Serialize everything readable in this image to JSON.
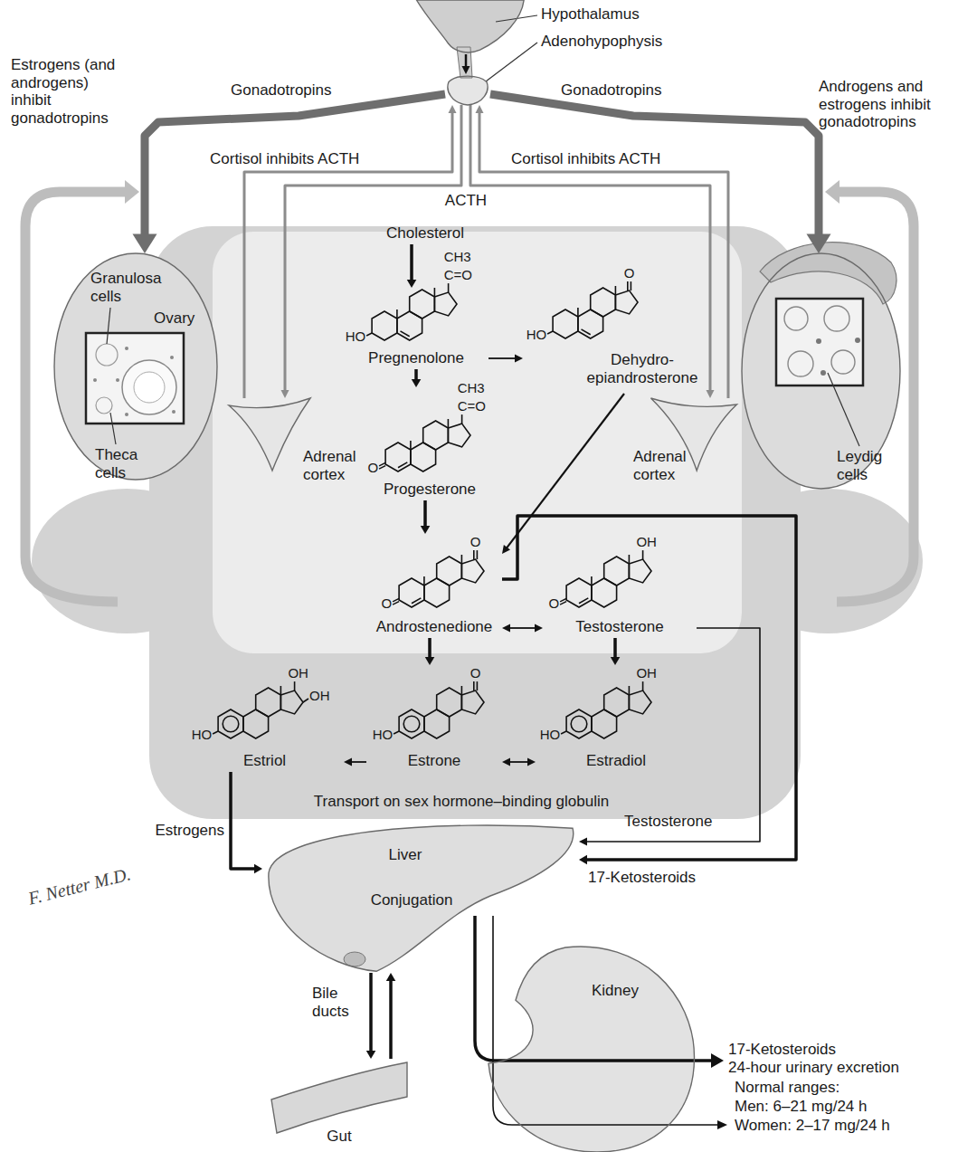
{
  "diagram": {
    "nodes": [
      {
        "text": [
          "Hypothalamus"
        ]
      },
      {
        "text": [
          "Adenohypophysis"
        ]
      },
      {
        "text": [
          "Ovary",
          "Granulosa cells",
          "Theca cells"
        ]
      },
      {
        "text": [
          "Adrenal cortex"
        ]
      },
      {
        "text": [
          "Cholesterol"
        ]
      },
      {
        "text": [
          "Pregnenolone"
        ]
      },
      {
        "text": [
          "Dehydro- epiandrosterone"
        ]
      },
      {
        "text": [
          "Progesterone"
        ]
      },
      {
        "text": [
          "Adrenal cortex"
        ]
      },
      {
        "text": [
          "Leydig cells"
        ]
      },
      {
        "text": [
          "Androstenedione"
        ]
      },
      {
        "text": [
          "Testosterone"
        ]
      },
      {
        "text": [
          "Estriol"
        ]
      },
      {
        "text": [
          "Estrone"
        ]
      },
      {
        "text": [
          "Estradiol"
        ]
      },
      {
        "text": [
          "Liver",
          "Conjugation"
        ]
      },
      {
        "text": [
          "Kidney"
        ]
      },
      {
        "text": [
          "Gut"
        ]
      }
    ],
    "edges": [
      {
        "from": 0,
        "to": 1,
        "arrow": "to"
      },
      {
        "from": 1,
        "to": 2,
        "arrow": "to",
        "label": "Gonadotropins"
      },
      {
        "from": 1,
        "to": 9,
        "arrow": "to",
        "label": "Gonadotropins"
      },
      {
        "from": 3,
        "to": 1,
        "arrow": "to",
        "label": "Cortisol inhibits ACTH"
      },
      {
        "from": 8,
        "to": 1,
        "arrow": "to",
        "label": "Cortisol inhibits ACTH"
      },
      {
        "from": 1,
        "to": 3,
        "arrow": "to"
      },
      {
        "from": 1,
        "to": 8,
        "arrow": "to"
      },
      {
        "from": 4,
        "to": 5,
        "arrow": "to"
      },
      {
        "from": 5,
        "to": 6,
        "arrow": "to"
      },
      {
        "from": 5,
        "to": 7,
        "arrow": "to"
      },
      {
        "from": 7,
        "to": 10,
        "arrow": "to"
      },
      {
        "from": 6,
        "to": 10,
        "arrow": "to"
      },
      {
        "from": 10,
        "to": 11,
        "arrow": "both"
      },
      {
        "from": 10,
        "to": 13,
        "arrow": "to"
      },
      {
        "from": 11,
        "to": 14,
        "arrow": "to"
      },
      {
        "from": 13,
        "to": 12,
        "arrow": "to"
      },
      {
        "from": 13,
        "to": 14,
        "arrow": "both"
      },
      {
        "from": 12,
        "to": 15,
        "arrow": "to",
        "label": "Estrogens"
      },
      {
        "from": 11,
        "to": 15,
        "arrow": "to",
        "label": "Testosterone"
      },
      {
        "from": 10,
        "to": 15,
        "arrow": "to",
        "label": "17-Ketosteroids"
      },
      {
        "from": 15,
        "to": 17,
        "arrow": "to"
      },
      {
        "from": 17,
        "to": 15,
        "arrow": "to"
      }
    ],
    "labels": [
      "Estrogens (and androgens) inhibit gonadotropins",
      "Androgens and estrogens inhibit gonadotropins",
      "ACTH",
      "CH3",
      "C=O",
      "HO",
      "O",
      "HO",
      "CH3",
      "C=O",
      "O",
      "O",
      "O",
      "OH",
      "O",
      "OH",
      "OH",
      "HO",
      "O",
      "HO",
      "OH",
      "HO",
      "Transport on sex hormone–binding globulin",
      "Bile ducts",
      "17-Ketosteroids",
      "24-hour urinary excretion",
      "Normal ranges:",
      "Men: 6–21 mg/24 h",
      "Women: 2–17 mg/24 h",
      "F. Netter M.D."
    ]
  }
}
